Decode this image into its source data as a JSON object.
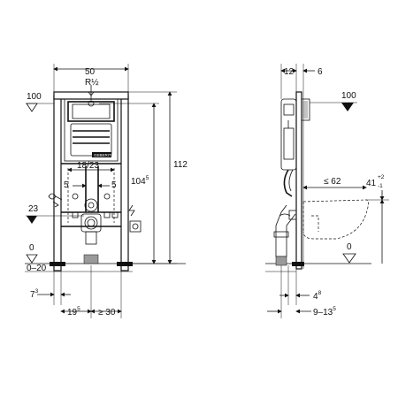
{
  "front_view": {
    "width_dim": "50",
    "pipe_size": "R½",
    "level_100": "100",
    "level_23": "23",
    "level_0": "0",
    "range_0_20": "0–20",
    "height_112": "112",
    "height_104_main": "104",
    "height_104_sup": "5",
    "spacing_18_23": "18/23",
    "offset_left_5": "5",
    "offset_right_5": "5",
    "bottom_7_main": "7",
    "bottom_7_sup": "3",
    "bottom_19_main": "19",
    "bottom_19_sup": "5",
    "bottom_30": "≥ 30",
    "brand": "GEBERIT"
  },
  "side_view": {
    "dim_12": "12",
    "dim_6": "6",
    "level_100": "100",
    "reach_62": "≤ 62",
    "height_41_main": "41",
    "height_41_plus": "+2",
    "height_41_minus": "-1",
    "level_0": "0",
    "dim_4_main": "4",
    "dim_4_sup": "8",
    "range_9_13_main": "9–13",
    "range_9_13_sup": "5"
  },
  "icons": [
    "water-supply-icon",
    "power-outlet-icon",
    "electric-symbol-icon",
    "level-triangle-icon"
  ]
}
